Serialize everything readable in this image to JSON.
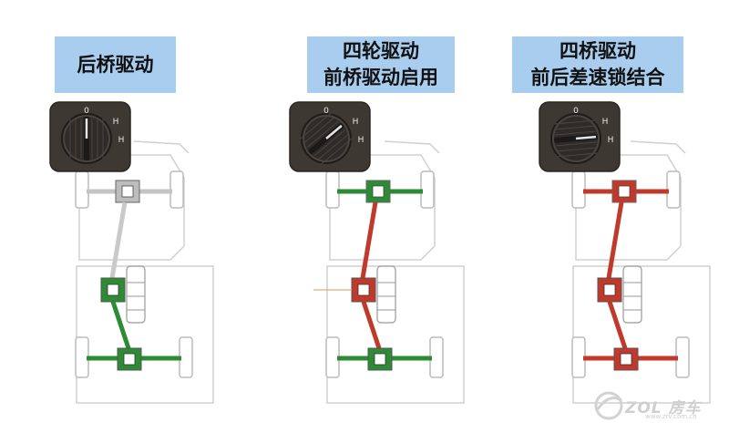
{
  "modes": [
    {
      "key": "rear",
      "lines": [
        "后桥驱动"
      ],
      "knob_angle": -90,
      "drive_colors": {
        "front_unit": "#bdbdbd",
        "shaft_front": "#c9c9c9",
        "transfer": "#2e8b35",
        "shaft_rear": "#2e8b35",
        "rear_unit": "#2e8b35",
        "rear_axle": "#2e8b35",
        "front_axle": "#c4c4c4"
      }
    },
    {
      "key": "4wd",
      "lines": [
        "四轮驱动",
        "前桥驱动启用"
      ],
      "knob_angle": -40,
      "drive_colors": {
        "front_unit": "#2e8b35",
        "shaft_front": "#c0392b",
        "transfer": "#c0392b",
        "shaft_rear": "#c0392b",
        "rear_unit": "#2e8b35",
        "rear_axle": "#2e8b35",
        "front_axle": "#2e8b35"
      }
    },
    {
      "key": "lock",
      "lines": [
        "四桥驱动",
        "前后差速锁结合"
      ],
      "knob_angle": -5,
      "drive_colors": {
        "front_unit": "#c0392b",
        "shaft_front": "#c0392b",
        "transfer": "#c0392b",
        "shaft_rear": "#c0392b",
        "rear_unit": "#c0392b",
        "rear_axle": "#c0392b",
        "front_axle": "#c0392b"
      }
    }
  ],
  "knob_marks": {
    "top": "0",
    "middle": "H",
    "bottom": "H"
  },
  "watermark": {
    "text": "ZOL 房车",
    "url": "www.zrv.com.cn"
  }
}
